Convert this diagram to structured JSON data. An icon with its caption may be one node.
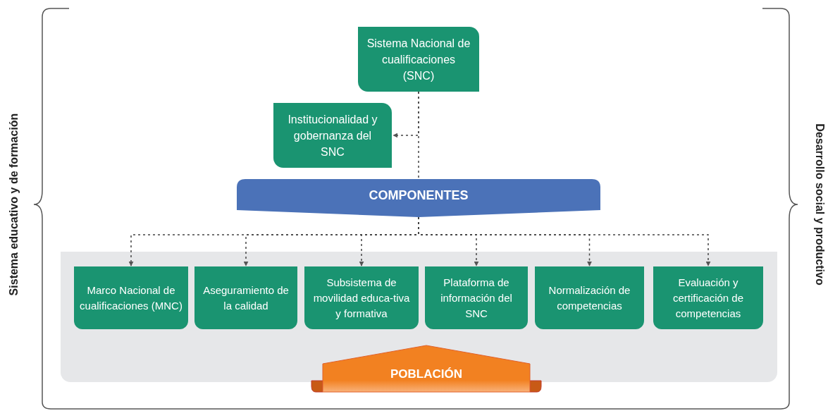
{
  "diagram": {
    "nodes": [
      {
        "text": [
          "Sistema Nacional de cualificaciones (SNC)"
        ]
      },
      {
        "text": [
          "Institucionalidad y gobernanza del SNC"
        ]
      },
      {
        "text": [
          "COMPONENTES"
        ]
      },
      {
        "text": [],
        "shape": "box"
      },
      {
        "text": [
          "Marco Nacional de cualificaciones (MNC)"
        ],
        "in": 3
      },
      {
        "text": [
          "Aseguramiento de la calidad"
        ],
        "in": 3
      },
      {
        "text": [
          "Subsistema de movilidad educa-tiva y formativa"
        ],
        "in": 3
      },
      {
        "text": [
          "Plataforma de información del SNC"
        ],
        "in": 3
      },
      {
        "text": [
          "Normalización de competencias"
        ],
        "in": 3
      },
      {
        "text": [
          "Evaluación y certificación de competencias"
        ],
        "in": 3
      },
      {
        "text": [
          "POBLACIÓN"
        ]
      }
    ],
    "edges": [
      {
        "from": 0,
        "to": 1,
        "arrow": "to",
        "style": "dashed"
      },
      {
        "from": 0,
        "to": 2,
        "arrow": "none",
        "style": "dashed"
      },
      {
        "from": 2,
        "to": 4,
        "arrow": "to",
        "style": "dashed"
      },
      {
        "from": 2,
        "to": 5,
        "arrow": "to",
        "style": "dashed"
      },
      {
        "from": 2,
        "to": 6,
        "arrow": "to",
        "style": "dashed"
      },
      {
        "from": 2,
        "to": 7,
        "arrow": "to",
        "style": "dashed"
      },
      {
        "from": 2,
        "to": 8,
        "arrow": "to",
        "style": "dashed"
      },
      {
        "from": 2,
        "to": 9,
        "arrow": "to",
        "style": "dashed"
      }
    ],
    "labels": [
      "Sistema educativo y de formación",
      "Desarrollo social y productivo"
    ]
  }
}
